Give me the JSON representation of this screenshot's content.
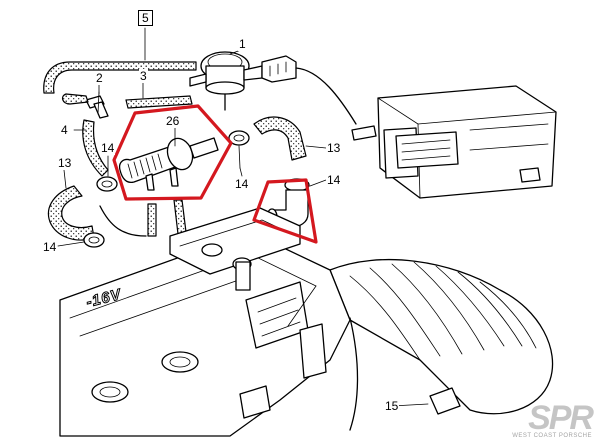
{
  "diagram": {
    "callouts": {
      "c5": "5",
      "c1": "1",
      "c2": "2",
      "c3": "3",
      "c26": "26",
      "c4": "4",
      "c14a": "14",
      "c13a": "13",
      "c14b": "14",
      "c13b": "13",
      "c14c": "14",
      "c14d": "14",
      "c15": "15"
    },
    "engine_marking": "-16V",
    "highlight_color": "#d4181f",
    "watermark": {
      "mark": "SPR",
      "text": "WEST COAST PORSCHE"
    }
  }
}
